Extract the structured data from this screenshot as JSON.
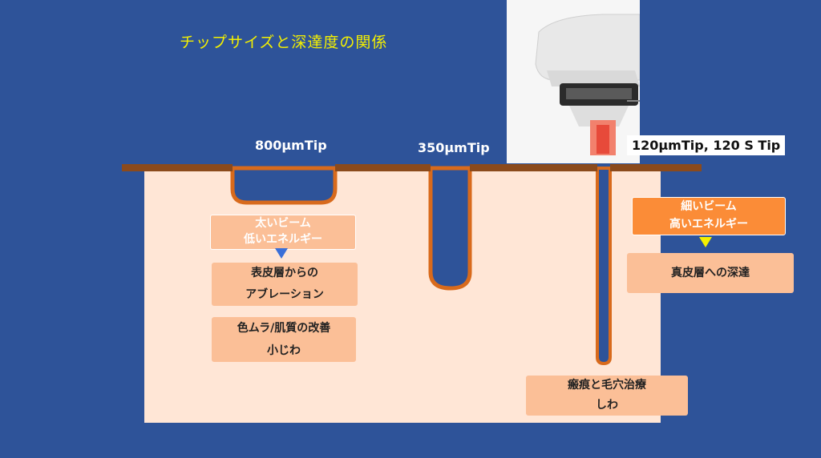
{
  "title": "チップサイズと深達度の関係",
  "tips": {
    "t800": "800μmTip",
    "t350": "350μmTip",
    "t120": "120μmTip, 120 S Tip"
  },
  "left": {
    "beam_line1": "太いビーム",
    "beam_line2": "低いエネルギー",
    "effect_line1": "表皮層からの",
    "effect_line2": "アブレーション",
    "result_line1": "色ムラ/肌質の改善",
    "result_line2": "小じわ"
  },
  "right": {
    "beam_line1": "細いビーム",
    "beam_line2": "高いエネルギー",
    "effect": "真皮層への深達",
    "result_line1": "瘢痕と毛穴治療",
    "result_line2": "しわ"
  },
  "colors": {
    "background": "#2e5399",
    "skin": "#ffe6d6",
    "surface": "#8b4a1c",
    "channel_outline": "#d86a1c",
    "title": "#f4f000",
    "arrow_blue": "#3a6fd8",
    "arrow_yellow": "#f4f000"
  }
}
